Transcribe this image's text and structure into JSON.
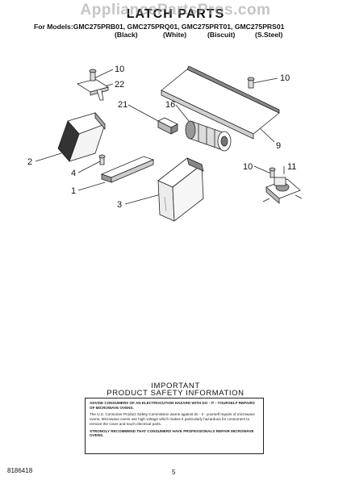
{
  "header": {
    "watermark": "AppliancePartsPros.com",
    "title": "LATCH PARTS",
    "models_line": "For Models:GMC275PRB01, GMC275PRQ01, GMC275PRT01, GMC275PRS01",
    "colors": [
      "(Black)",
      "(White)",
      "(Biscuit)",
      "(S.Steel)"
    ]
  },
  "callouts": [
    "10",
    "22",
    "21",
    "16",
    "10",
    "9",
    "2",
    "4",
    "1",
    "3",
    "10",
    "11"
  ],
  "safety": {
    "heading_line1": "IMPORTANT",
    "heading_line2": "PRODUCT SAFETY INFORMATION",
    "paragraph1": "ADVISE CONSUMERS OF AN ELECTROCUTION HAZARD WITH DO - IT - YOURSELF REPAIRS OF MICROWAVE OVENS.",
    "paragraph2": "The U.S. Consumer Product Safety Commission warns against do - it - yourself repairs of microwave ovens. Microwave ovens use high voltage which makes it particularly hazardous for consumers to remove the cover and touch electrical parts.",
    "paragraph3": "STRONGLY RECOMMEND THAT CONSUMERS HAVE PROFESSIONALS REPAIR MICROWAVE OVENS."
  },
  "footer": {
    "part_number": "8186418",
    "page_number": "5"
  }
}
